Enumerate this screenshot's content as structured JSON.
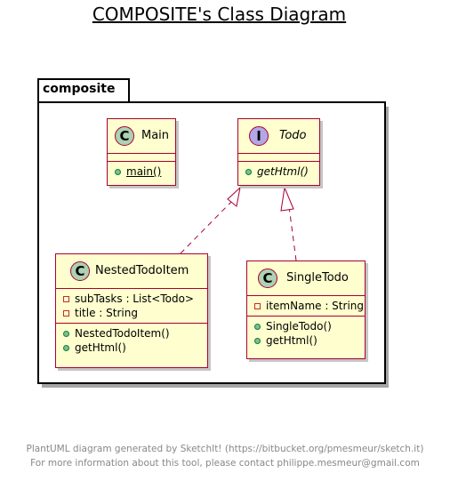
{
  "title": "COMPOSITE's Class Diagram",
  "package": {
    "name": "composite"
  },
  "classes": {
    "main": {
      "badge": "C",
      "name": "Main",
      "methods": [
        {
          "text": "main()",
          "visibility": "public",
          "static": true
        }
      ]
    },
    "todo": {
      "badge": "I",
      "name": "Todo",
      "methods": [
        {
          "text": "getHtml()",
          "visibility": "public",
          "abstract": true
        }
      ]
    },
    "nested": {
      "badge": "C",
      "name": "NestedTodoItem",
      "fields": [
        {
          "text": "subTasks : List<Todo>",
          "visibility": "private"
        },
        {
          "text": "title : String",
          "visibility": "private"
        }
      ],
      "methods": [
        {
          "text": "NestedTodoItem()",
          "visibility": "public"
        },
        {
          "text": "getHtml()",
          "visibility": "public"
        }
      ]
    },
    "single": {
      "badge": "C",
      "name": "SingleTodo",
      "fields": [
        {
          "text": "itemName : String",
          "visibility": "private"
        }
      ],
      "methods": [
        {
          "text": "SingleTodo()",
          "visibility": "public"
        },
        {
          "text": "getHtml()",
          "visibility": "public"
        }
      ]
    }
  },
  "relations": [
    {
      "from": "NestedTodoItem",
      "to": "Todo",
      "type": "realization"
    },
    {
      "from": "SingleTodo",
      "to": "Todo",
      "type": "realization"
    }
  ],
  "footer": {
    "line1": "PlantUML diagram generated by SketchIt! (https://bitbucket.org/pmesmeur/sketch.it)",
    "line2": "For more information about this tool, please contact philippe.mesmeur@gmail.com"
  },
  "colors": {
    "class_fill": "#fefece",
    "class_border": "#a80036",
    "class_badge": "#add1b2",
    "interface_badge": "#b4a7e5"
  }
}
